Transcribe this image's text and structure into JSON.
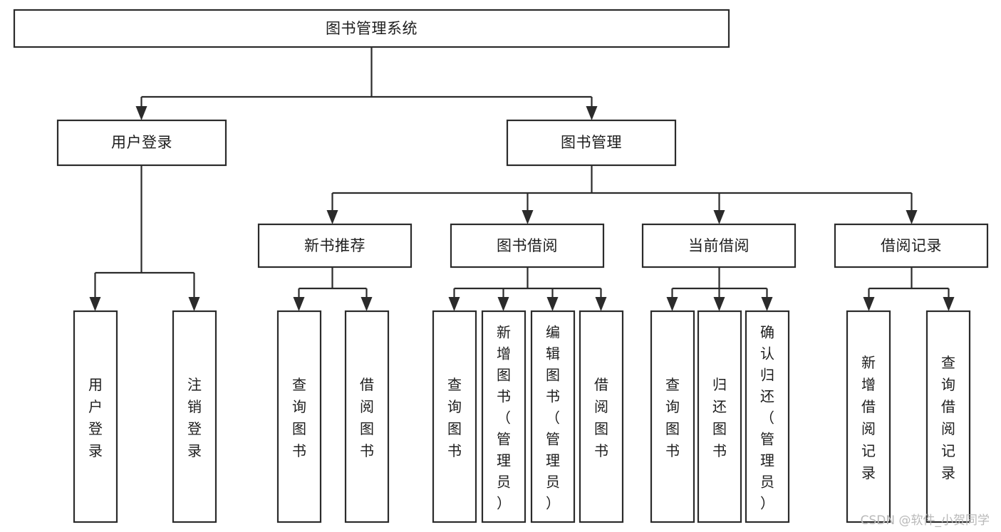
{
  "diagram": {
    "title": "图书管理系统",
    "type": "hierarchy-tree",
    "orientation": "top-down",
    "root": {
      "id": "root",
      "label": "图书管理系统",
      "text_orientation": "horizontal"
    },
    "level2": [
      {
        "id": "user-login",
        "label": "用户登录",
        "text_orientation": "horizontal"
      },
      {
        "id": "book-manage",
        "label": "图书管理",
        "text_orientation": "horizontal"
      }
    ],
    "level3": [
      {
        "id": "new-book-recommend",
        "label": "新书推荐",
        "parent": "book-manage",
        "text_orientation": "horizontal"
      },
      {
        "id": "book-borrow",
        "label": "图书借阅",
        "parent": "book-manage",
        "text_orientation": "horizontal"
      },
      {
        "id": "current-borrow",
        "label": "当前借阅",
        "parent": "book-manage",
        "text_orientation": "horizontal"
      },
      {
        "id": "borrow-record",
        "label": "借阅记录",
        "parent": "book-manage",
        "text_orientation": "horizontal"
      }
    ],
    "leaves": [
      {
        "id": "leaf-user-login",
        "label": "用户登录",
        "parent": "user-login",
        "text_orientation": "vertical"
      },
      {
        "id": "leaf-user-logout",
        "label": "注销登录",
        "parent": "user-login",
        "text_orientation": "vertical"
      },
      {
        "id": "leaf-query-book-1",
        "label": "查询图书",
        "parent": "new-book-recommend",
        "text_orientation": "vertical"
      },
      {
        "id": "leaf-borrow-book-1",
        "label": "借阅图书",
        "parent": "new-book-recommend",
        "text_orientation": "vertical"
      },
      {
        "id": "leaf-query-book-2",
        "label": "查询图书",
        "parent": "book-borrow",
        "text_orientation": "vertical"
      },
      {
        "id": "leaf-add-book",
        "label": "新增图书（管理员）",
        "parent": "book-borrow",
        "text_orientation": "vertical"
      },
      {
        "id": "leaf-edit-book",
        "label": "编辑图书（管理员）",
        "parent": "book-borrow",
        "text_orientation": "vertical"
      },
      {
        "id": "leaf-borrow-book-2",
        "label": "借阅图书",
        "parent": "book-borrow",
        "text_orientation": "vertical"
      },
      {
        "id": "leaf-query-book-3",
        "label": "查询图书",
        "parent": "current-borrow",
        "text_orientation": "vertical"
      },
      {
        "id": "leaf-return-book",
        "label": "归还图书",
        "parent": "current-borrow",
        "text_orientation": "vertical"
      },
      {
        "id": "leaf-confirm-return",
        "label": "确认归还（管理员）",
        "parent": "current-borrow",
        "text_orientation": "vertical"
      },
      {
        "id": "leaf-add-record",
        "label": "新增借阅记录",
        "parent": "borrow-record",
        "text_orientation": "vertical"
      },
      {
        "id": "leaf-query-record",
        "label": "查询借阅记录",
        "parent": "borrow-record",
        "text_orientation": "vertical"
      }
    ],
    "watermark": "CSDN @软件_小贺同学",
    "colors": {
      "stroke": "#2b2b2b",
      "fill": "#ffffff",
      "text": "#1d1d1d",
      "watermark": "#b9b9b9"
    }
  }
}
